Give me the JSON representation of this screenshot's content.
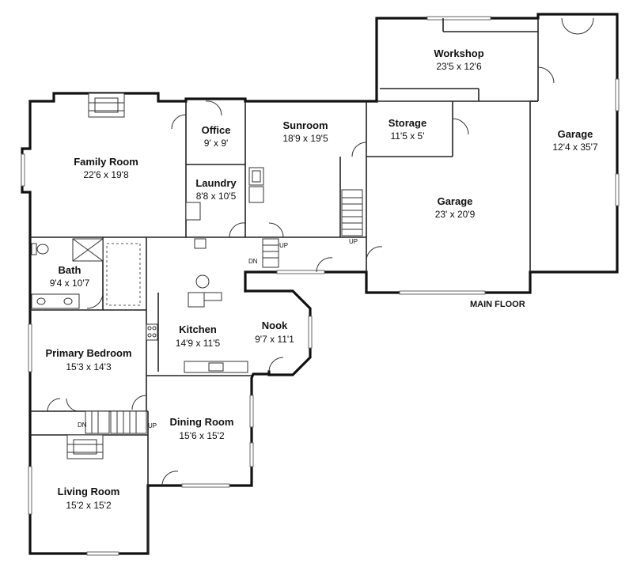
{
  "plan_label": "MAIN FLOOR",
  "rooms": [
    {
      "id": "workshop",
      "name": "Workshop",
      "dims": "23'5 x 12'6"
    },
    {
      "id": "garage-side",
      "name": "Garage",
      "dims": "12'4 x 35'7"
    },
    {
      "id": "family-room",
      "name": "Family Room",
      "dims": "22'6 x 19'8"
    },
    {
      "id": "office",
      "name": "Office",
      "dims": "9' x 9'"
    },
    {
      "id": "sunroom",
      "name": "Sunroom",
      "dims": "18'9 x 19'5"
    },
    {
      "id": "storage",
      "name": "Storage",
      "dims": "11'5 x 5'"
    },
    {
      "id": "laundry",
      "name": "Laundry",
      "dims": "8'8 x 10'5"
    },
    {
      "id": "garage-main",
      "name": "Garage",
      "dims": "23' x 20'9"
    },
    {
      "id": "bath",
      "name": "Bath",
      "dims": "9'4 x 10'7"
    },
    {
      "id": "kitchen",
      "name": "Kitchen",
      "dims": "14'9 x 11'5"
    },
    {
      "id": "nook",
      "name": "Nook",
      "dims": "9'7 x 11'1"
    },
    {
      "id": "primary-bedroom",
      "name": "Primary Bedroom",
      "dims": "15'3 x 14'3"
    },
    {
      "id": "dining-room",
      "name": "Dining Room",
      "dims": "15'6 x 15'2"
    },
    {
      "id": "living-room",
      "name": "Living Room",
      "dims": "15'2 x 15'2"
    }
  ],
  "stair_labels": {
    "up": "UP",
    "down": "DN"
  }
}
